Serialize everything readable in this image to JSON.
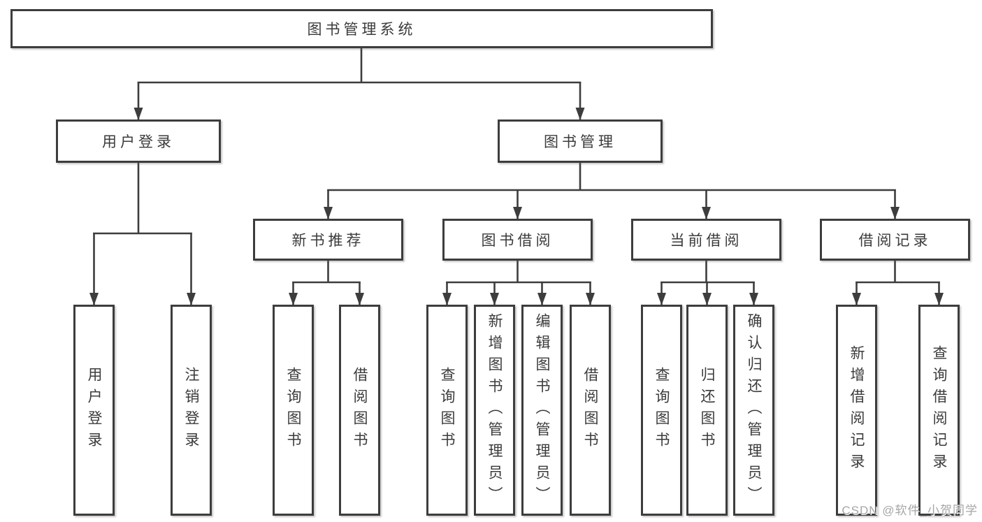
{
  "diagram": {
    "root": {
      "label": "图书管理系统",
      "children": [
        {
          "label": "用户登录",
          "children": [
            {
              "label": "用户登录"
            },
            {
              "label": "注销登录"
            }
          ]
        },
        {
          "label": "图书管理",
          "children": [
            {
              "label": "新书推荐",
              "children": [
                {
                  "label": "查询图书"
                },
                {
                  "label": "借阅图书"
                }
              ]
            },
            {
              "label": "图书借阅",
              "children": [
                {
                  "label": "查询图书"
                },
                {
                  "label": "新增图书（管理员）"
                },
                {
                  "label": "编辑图书（管理员）"
                },
                {
                  "label": "借阅图书"
                }
              ]
            },
            {
              "label": "当前借阅",
              "children": [
                {
                  "label": "查询图书"
                },
                {
                  "label": "归还图书"
                },
                {
                  "label": "确认归还（管理员）"
                }
              ]
            },
            {
              "label": "借阅记录",
              "children": [
                {
                  "label": "新增借阅记录"
                },
                {
                  "label": "查询借阅记录"
                }
              ]
            }
          ]
        }
      ]
    }
  },
  "watermark": "CSDN @软件_小贺同学",
  "colors": {
    "line": "#3d3d3d",
    "box_fill": "#ffffff",
    "text": "#3b3b3b",
    "watermark": "#a6a6a6"
  }
}
